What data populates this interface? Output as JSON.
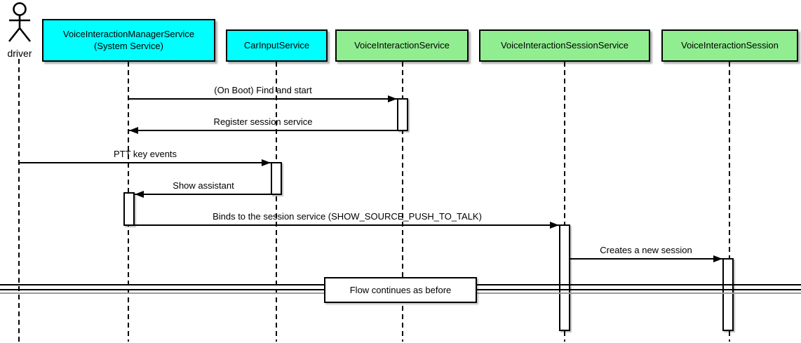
{
  "colors": {
    "cyan": "#00ffff",
    "green": "#90ee90",
    "line": "#000000",
    "background": "#ffffff"
  },
  "actor": {
    "label": "driver"
  },
  "participants": [
    {
      "label": "VoiceInteractionManagerService\n(System Service)",
      "color": "cyan"
    },
    {
      "label": "CarInputService",
      "color": "cyan"
    },
    {
      "label": "VoiceInteractionService",
      "color": "green"
    },
    {
      "label": "VoiceInteractionSessionService",
      "color": "green"
    },
    {
      "label": "VoiceInteractionSession",
      "color": "green"
    }
  ],
  "messages": [
    {
      "label": "(On Boot) Find and start",
      "from": "VoiceInteractionManagerService (System Service)",
      "to": "VoiceInteractionService",
      "direction": "right"
    },
    {
      "label": "Register session service",
      "from": "VoiceInteractionService",
      "to": "VoiceInteractionManagerService (System Service)",
      "direction": "left"
    },
    {
      "label": "PTT key events",
      "from": "driver",
      "to": "CarInputService",
      "direction": "right"
    },
    {
      "label": "Show assistant",
      "from": "CarInputService",
      "to": "VoiceInteractionManagerService (System Service)",
      "direction": "left"
    },
    {
      "label": "Binds to the session service (SHOW_SOURCE_PUSH_TO_TALK)",
      "from": "VoiceInteractionManagerService (System Service)",
      "to": "VoiceInteractionSessionService",
      "direction": "right"
    },
    {
      "label": "Creates a new session",
      "from": "VoiceInteractionSessionService",
      "to": "VoiceInteractionSession",
      "direction": "right"
    }
  ],
  "divider": {
    "label": "Flow continues as before"
  }
}
